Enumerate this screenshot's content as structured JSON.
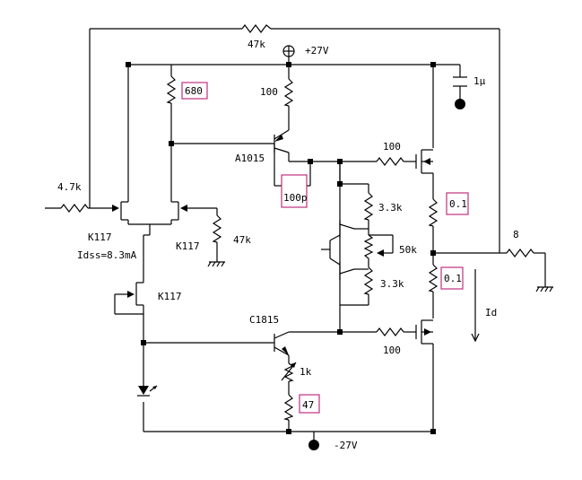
{
  "labels": {
    "r_fb_top": "47k",
    "vplus": "+27V",
    "cap_1u": "1μ",
    "r_680": "680",
    "r_100_top": "100",
    "q_a1015": "A1015",
    "r_100_gate_top": "100",
    "r_47k_input": "4.7k",
    "c_100p": "100p",
    "r_3k3_a": "3.3k",
    "r_0_1_top": "0.1",
    "r_8": "8",
    "q_k117_left": "K117",
    "q_k117_right": "K117",
    "r_47k_gate": "47k",
    "idss": "Idss=8.3mA",
    "r_50k": "50k",
    "r_3k3_b": "3.3k",
    "r_0_1_bot": "0.1",
    "id_label": "Id",
    "q_k117_cs": "K117",
    "q_c1815": "C1815",
    "r_100_gate_bot": "100",
    "r_1k": "1k",
    "r_47": "47",
    "vminus": "-27V"
  }
}
